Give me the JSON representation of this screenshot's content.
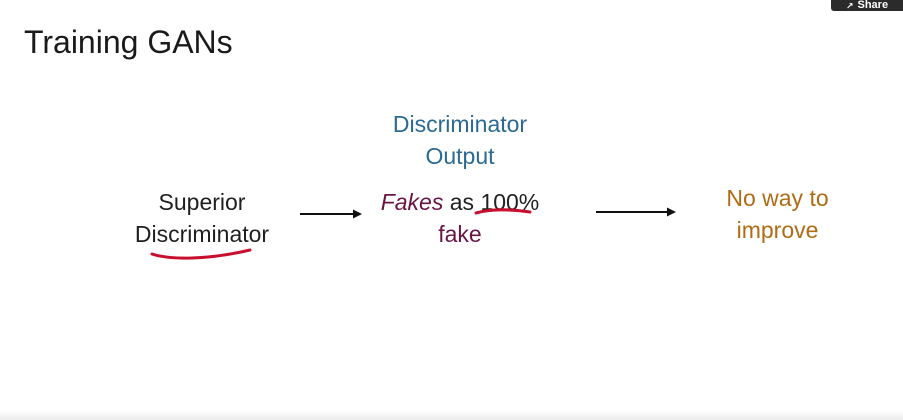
{
  "share_button": {
    "icon": "external-share-icon",
    "label": "Share"
  },
  "title": "Training GANs",
  "nodes": {
    "superior": {
      "line1": "Superior",
      "line2": "Discriminator"
    },
    "output": {
      "header_line1": "Discriminator",
      "header_line2": "Output",
      "fakes": "Fakes",
      "as": " as ",
      "percent": "100%",
      "fake": "fake"
    },
    "result": {
      "line1": "No way to",
      "line2": "improve"
    }
  },
  "colors": {
    "title": "#1a1a1a",
    "header": "#2b6a93",
    "fakes": "#6a1446",
    "result": "#b06c14",
    "annotation": "#c8102e",
    "arrow": "#111111"
  }
}
